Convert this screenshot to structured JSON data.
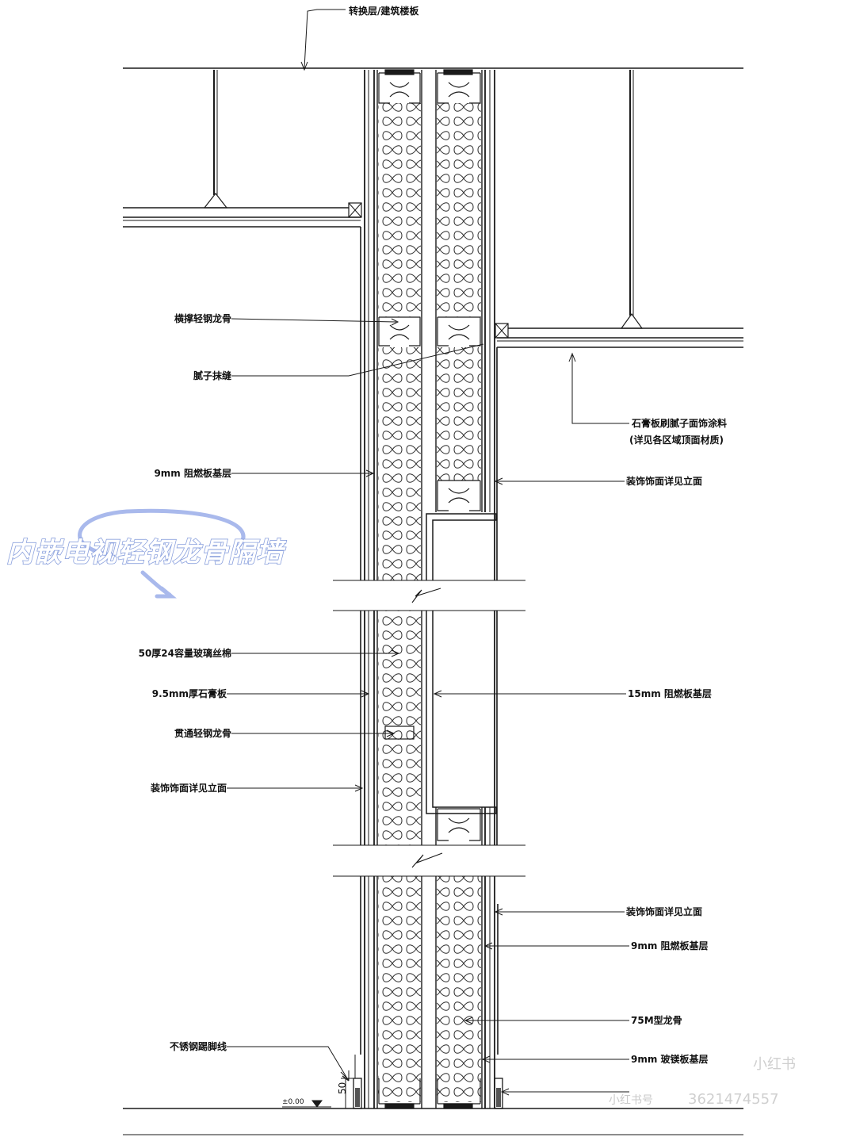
{
  "labels": {
    "top_slab": "转换层/建筑楼板",
    "horizontal_stud": "横撑轻钢龙骨",
    "putty_joint": "腻子抹缝",
    "fr_board_9_left": "9mm 阻燃板基层",
    "ceiling_finish_line1": "石膏板刷腻子面饰涂料",
    "ceiling_finish_line2": "(详见各区域顶面材质)",
    "finish_upper_right": "装饰饰面详见立面",
    "glass_wool": "50厚24容量玻璃丝棉",
    "gypsum_board": "9.5mm厚石膏板",
    "through_stud": "贯通轻钢龙骨",
    "finish_lower_left": "装饰饰面详见立面",
    "fr_board_15": "15mm 阻燃板基层",
    "finish_lower_right": "装饰饰面详见立面",
    "fr_board_9_right": "9mm 阻燃板基层",
    "stud_75": "75M型龙骨",
    "mgo_board": "9mm 玻镁板基层",
    "skirting": "不锈钢踢脚线",
    "dim_50": "50",
    "floor_level": "±0.00"
  },
  "watermarks": {
    "title": "内嵌电视轻钢龙骨隔墙",
    "platform": "小红书",
    "account_prefix": "小红书号",
    "account_number": "3621474557"
  },
  "colors": {
    "line": "#1a1a1a",
    "insulation": "#2a2a2a",
    "watermark_outline": "#8aa0dd"
  }
}
